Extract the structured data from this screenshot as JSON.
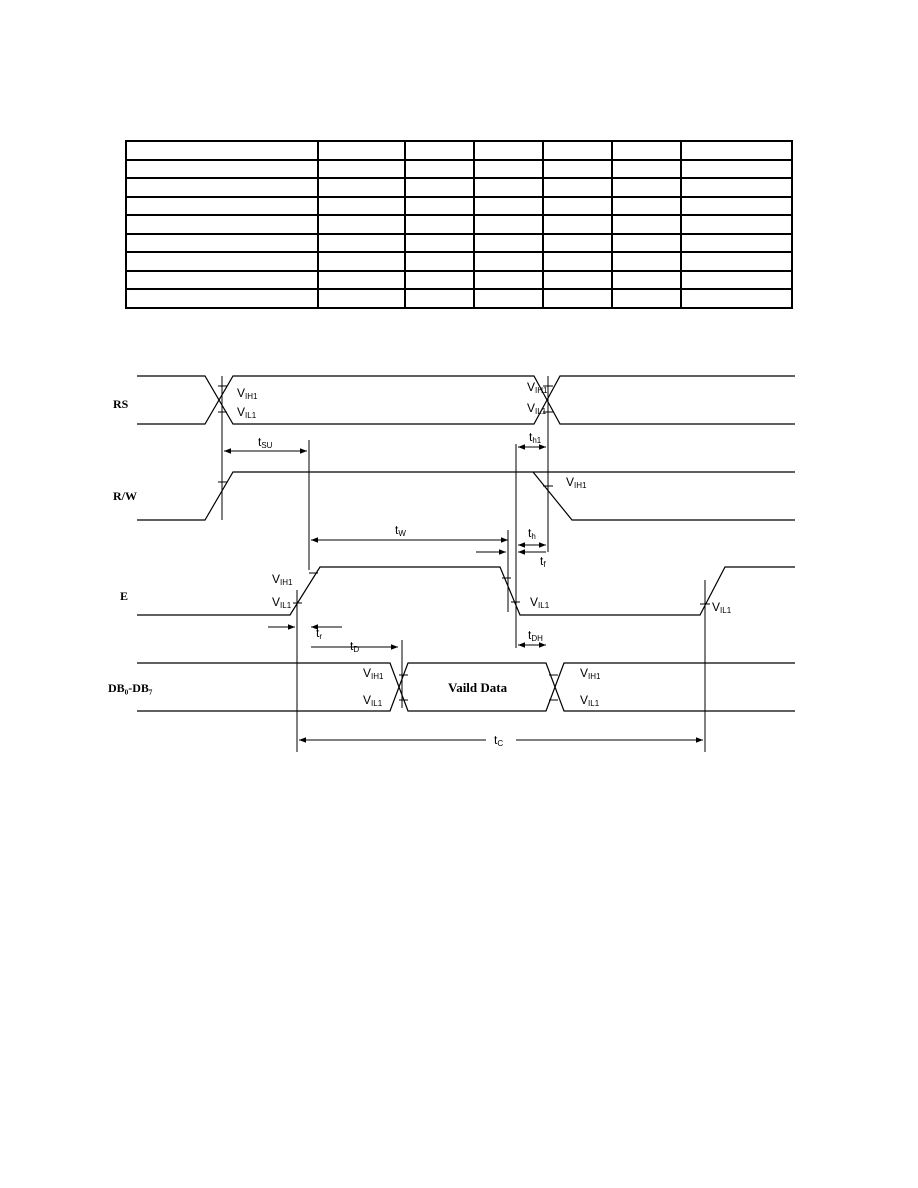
{
  "table": {
    "rows": 9,
    "cols": 7
  },
  "signals": {
    "rs": "RS",
    "rw": "R/W",
    "e": "E",
    "db": "DB₀-DB₇"
  },
  "timing": {
    "tsu": "tSU",
    "th1": "th1",
    "tw": "tW",
    "th": "th",
    "tf": "tf",
    "tr": "tr",
    "td": "tD",
    "tdh": "tDH",
    "tc": "tC"
  },
  "thresholds": {
    "vih1": "VIH1",
    "vil1": "VIL1"
  },
  "data_label": "Vaild Data"
}
